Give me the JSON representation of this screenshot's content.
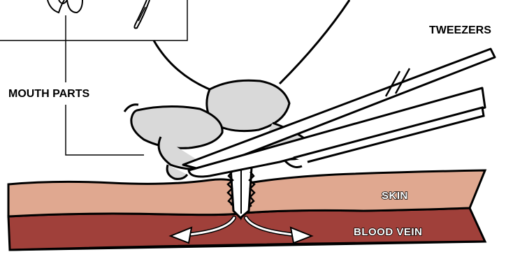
{
  "labels": {
    "tweezers": "TWEEZERS",
    "mouth_parts": "MOUTH PARTS",
    "skin": "SKIN",
    "blood_vein": "BLOOD VEIN"
  },
  "colors": {
    "skin": "#e0a890",
    "blood_vein": "#a0403a",
    "tick_body": "#d9d9d9",
    "outline": "#000000",
    "background": "#ffffff"
  }
}
